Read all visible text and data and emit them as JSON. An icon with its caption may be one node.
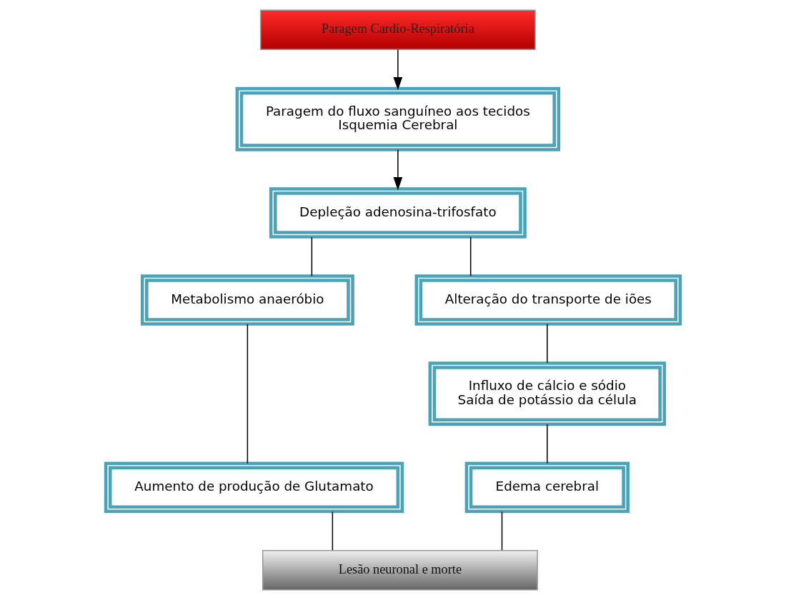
{
  "diagram": {
    "nodes": [
      {
        "text": [
          "Paragem Cardio-Respiratória"
        ]
      },
      {
        "text": [
          "Paragem do fluxo sanguíneo aos tecidos",
          "Isquemia Cerebral"
        ]
      },
      {
        "text": [
          "Depleção adenosina-trifosfato"
        ]
      },
      {
        "text": [
          "Metabolismo anaeróbio"
        ]
      },
      {
        "text": [
          "Aumento de produção de Glutamato"
        ]
      },
      {
        "text": [
          "Alteração do transporte de iões"
        ]
      },
      {
        "text": [
          "Influxo de cálcio e sódio",
          "Saída de potássio da célula"
        ]
      },
      {
        "text": [
          "Edema cerebral"
        ]
      },
      {
        "text": [
          "Lesão neuronal e morte"
        ]
      }
    ],
    "edges": [
      {
        "from": 0,
        "to": 1,
        "arrow": "to"
      },
      {
        "from": 1,
        "to": 2,
        "arrow": "to"
      },
      {
        "from": 2,
        "to": 3,
        "arrow": "none"
      },
      {
        "from": 3,
        "to": 4,
        "arrow": "none"
      },
      {
        "from": 4,
        "to": 8,
        "arrow": "none"
      },
      {
        "from": 2,
        "to": 5,
        "arrow": "none"
      },
      {
        "from": 5,
        "to": 6,
        "arrow": "none"
      },
      {
        "from": 6,
        "to": 7,
        "arrow": "none"
      },
      {
        "from": 7,
        "to": 8,
        "arrow": "none"
      }
    ]
  }
}
